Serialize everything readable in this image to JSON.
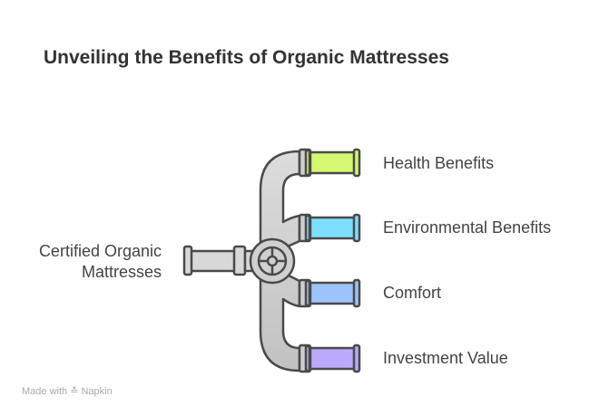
{
  "title": "Unveiling the Benefits of Organic Mattresses",
  "source": {
    "line1": "Certified Organic",
    "line2": "Mattresses"
  },
  "outputs": [
    {
      "label": "Health Benefits",
      "color": "#d4f871"
    },
    {
      "label": "Environmental Benefits",
      "color": "#7ddffc"
    },
    {
      "label": "Comfort",
      "color": "#9dc3fc"
    },
    {
      "label": "Investment Value",
      "color": "#bba9fb"
    }
  ],
  "footer": {
    "made_with": "Made with",
    "brand": "Napkin"
  }
}
